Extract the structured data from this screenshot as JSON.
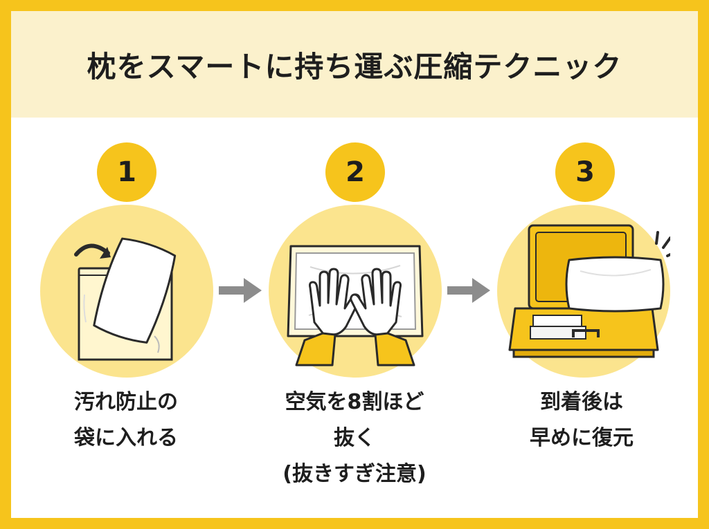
{
  "title": "枕をスマートに持ち運ぶ圧縮テクニック",
  "colors": {
    "accent": "#F6C41C",
    "header_bg": "#FBF1CC",
    "circle_bg": "#FBE48E",
    "arrow": "#8C8C8C",
    "text": "#1E1E1E"
  },
  "steps": [
    {
      "number": "1",
      "caption_lines": [
        "汚れ防止の",
        "袋に入れる"
      ],
      "icon": "pillow-into-bag-icon"
    },
    {
      "number": "2",
      "caption_lines": [
        "空気を8割ほど",
        "抜く",
        "(抜きすぎ注意)"
      ],
      "icon": "hands-pressing-bag-icon"
    },
    {
      "number": "3",
      "caption_lines": [
        "到着後は",
        "早めに復元"
      ],
      "icon": "suitcase-pillow-icon"
    }
  ],
  "connector_icon": "right-arrow-icon"
}
